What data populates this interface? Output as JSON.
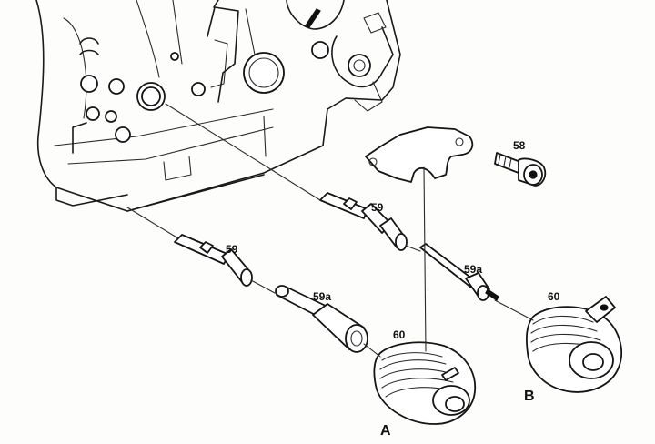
{
  "callouts": {
    "c58": "58",
    "c59_upper": "59",
    "c59_lower": "59",
    "c59a_upper": "59a",
    "c59a_lower": "59a",
    "c60_a": "60",
    "c60_b": "60"
  },
  "variants": {
    "a": "A",
    "b": "B"
  }
}
